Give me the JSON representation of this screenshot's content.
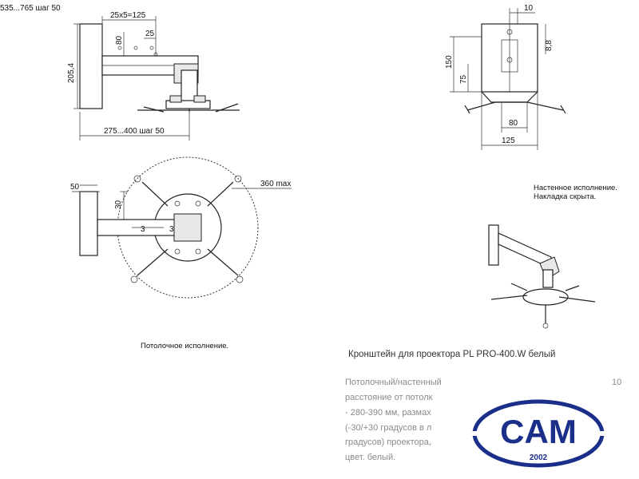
{
  "dimensions": {
    "side_top": "25x5=125",
    "side_80": "80",
    "side_25": "25",
    "side_height": "205,4",
    "side_bottom": "275...400 шаг 50",
    "front_10": "10",
    "front_8_8": "8,8",
    "front_150": "150",
    "front_75": "75",
    "front_80": "80",
    "front_125": "125",
    "plan_50": "50",
    "plan_30": "30",
    "plan_3a": "3",
    "plan_3b": "3",
    "plan_360": "360 max",
    "ceiling_height": "535...765 шаг 50"
  },
  "notes": {
    "wall_line1": "Настенное исполнение.",
    "wall_line2": "Накладка скрыта.",
    "ceiling": "Потолочное исполнение."
  },
  "product": {
    "title": "Кронштейн для проектора PL PRO-400.W белый",
    "desc_1": "Потолочный/настенный",
    "desc_1_tail": "10",
    "desc_2": "расстояние от потолк",
    "desc_3": "- 280-390 мм, размах",
    "desc_4": "(-30/+30 градусов в л",
    "desc_5": "градусов) проектора,",
    "desc_6": "цвет. белый."
  },
  "logo": {
    "text": "CAM",
    "year": "2002",
    "color": "#1b2f8a"
  }
}
